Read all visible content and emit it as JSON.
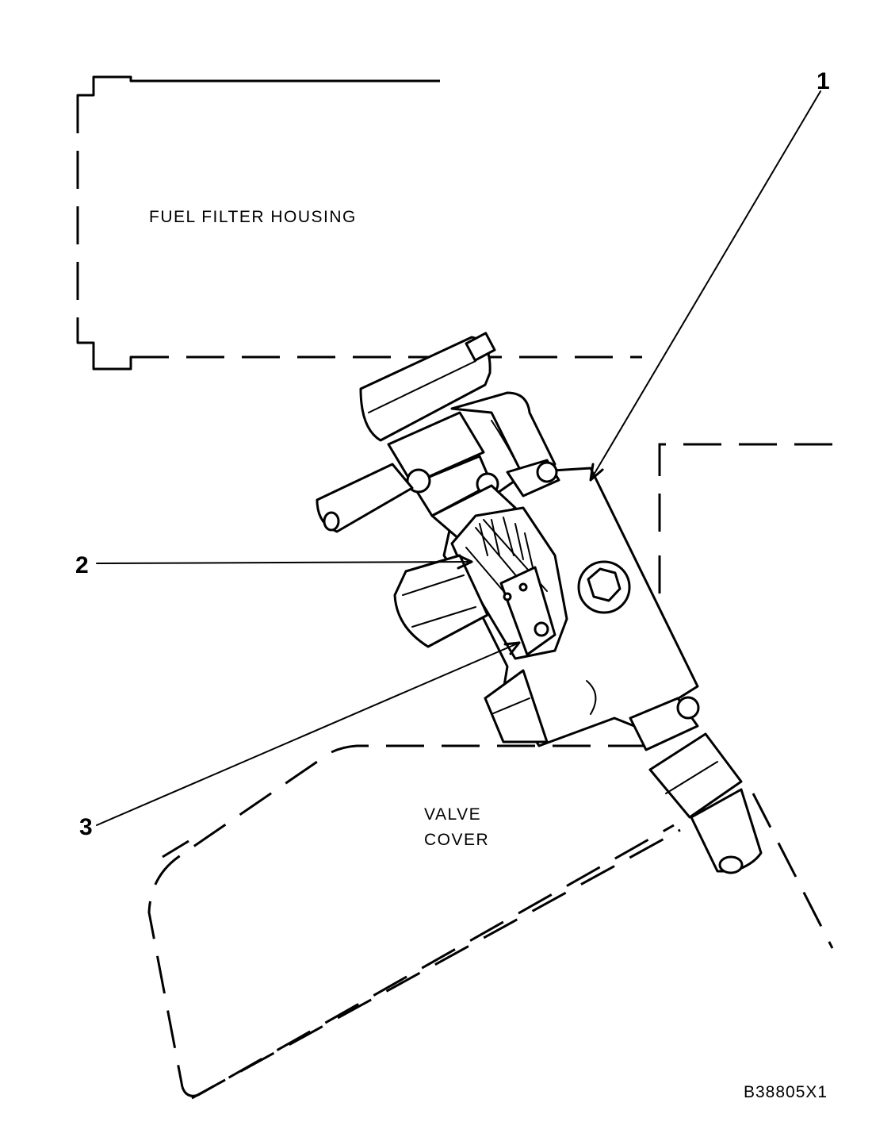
{
  "labels": {
    "fuel_filter_housing": "FUEL FILTER HOUSING",
    "valve_cover_line1": "VALVE",
    "valve_cover_line2": "COVER"
  },
  "callouts": {
    "one": "1",
    "two": "2",
    "three": "3"
  },
  "figure_id": "B38805X1"
}
